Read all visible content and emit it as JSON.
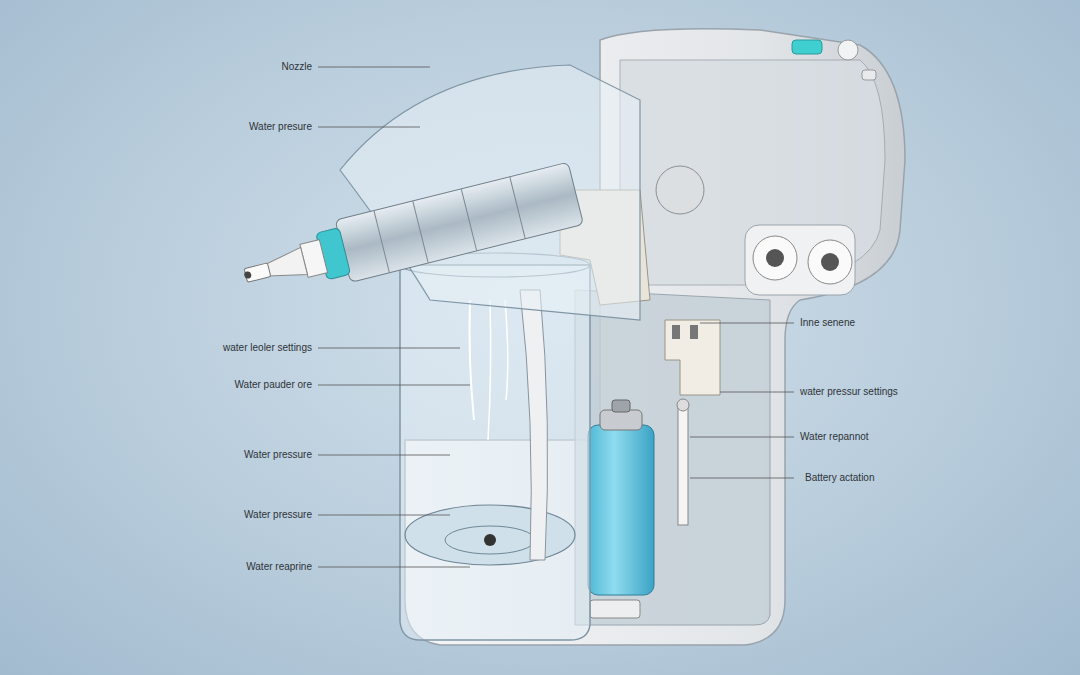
{
  "diagram": {
    "labels": [
      "Nozzle",
      "Water presure",
      "water leoler settings",
      "Water pauder ore",
      "Water pressure",
      "Water pressure",
      "Water reaprine",
      "Inne senene",
      "water pressur settings",
      "Water repannot",
      "Battery actation"
    ]
  }
}
